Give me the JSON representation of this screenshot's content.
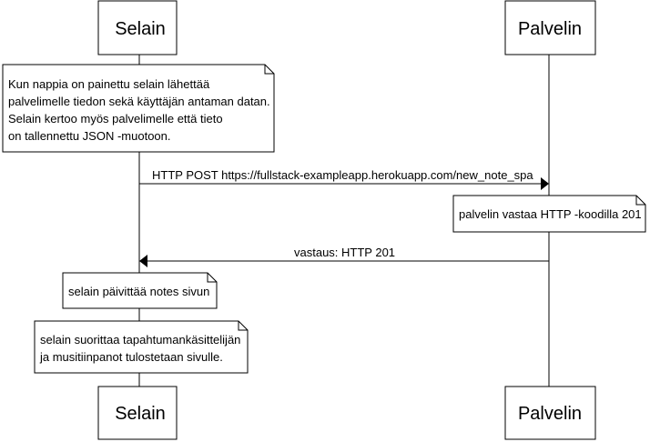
{
  "participants": {
    "browser": "Selain",
    "server": "Palvelin"
  },
  "notes": {
    "browser_sends": [
      "Kun nappia on painettu selain lähettää",
      "palvelimelle tiedon sekä käyttäjän antaman datan.",
      "Selain kertoo myös palvelimelle että tieto",
      "on tallennettu JSON -muotoon."
    ],
    "server_responds": "palvelin vastaa HTTP -koodilla 201",
    "browser_updates": "selain päivittää notes sivun",
    "browser_handler": [
      "selain suorittaa tapahtumankäsittelijän",
      "ja musitiinpanot tulostetaan sivulle."
    ]
  },
  "messages": {
    "post": "HTTP POST https://fullstack-exampleapp.herokuapp.com/new_note_spa",
    "response": "vastaus: HTTP 201"
  }
}
